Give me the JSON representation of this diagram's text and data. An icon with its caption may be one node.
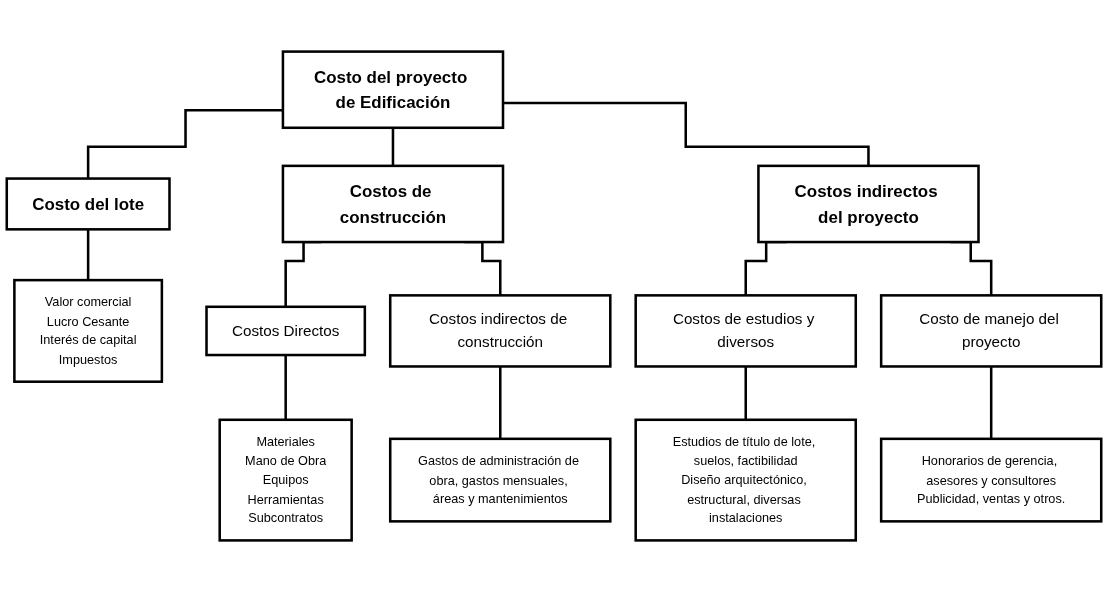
{
  "diagram": {
    "nodes": [
      {
        "text": [
          "Costo del proyecto de Edificación"
        ]
      },
      {
        "text": [
          "Costo del lote"
        ]
      },
      {
        "text": [
          "Costos de construcción"
        ]
      },
      {
        "text": [
          "Costos indirectos del proyecto"
        ]
      },
      {
        "text": [
          "Valor comercial",
          "Lucro Cesante",
          "Interés de capital",
          "Impuestos"
        ]
      },
      {
        "text": [
          "Costos Directos"
        ]
      },
      {
        "text": [
          "Costos indirectos de construcción"
        ]
      },
      {
        "text": [
          "Costos de estudios y diversos"
        ]
      },
      {
        "text": [
          "Costo de manejo del proyecto"
        ]
      },
      {
        "text": [
          "Materiales",
          "Mano de Obra",
          "Equipos",
          "Herramientas",
          "Subcontratos"
        ]
      },
      {
        "text": [
          "Gastos de administración de obra, gastos mensuales, áreas y mantenimientos"
        ]
      },
      {
        "text": [
          "Estudios de título de lote, suelos, factibilidad",
          "Diseño arquitectónico, estructural, diversas instalaciones"
        ]
      },
      {
        "text": [
          "Honorarios de gerencia, asesores y consultores",
          "Publicidad, ventas y otros."
        ]
      }
    ],
    "edges": [
      {
        "from": 0,
        "to": 1,
        "arrow": "none"
      },
      {
        "from": 0,
        "to": 2,
        "arrow": "none"
      },
      {
        "from": 0,
        "to": 3,
        "arrow": "none"
      },
      {
        "from": 1,
        "to": 4,
        "arrow": "none"
      },
      {
        "from": 2,
        "to": 5,
        "arrow": "none"
      },
      {
        "from": 2,
        "to": 6,
        "arrow": "none"
      },
      {
        "from": 3,
        "to": 7,
        "arrow": "none"
      },
      {
        "from": 3,
        "to": 8,
        "arrow": "none"
      },
      {
        "from": 5,
        "to": 9,
        "arrow": "none"
      },
      {
        "from": 6,
        "to": 10,
        "arrow": "none"
      },
      {
        "from": 7,
        "to": 11,
        "arrow": "none"
      },
      {
        "from": 8,
        "to": 12,
        "arrow": "none"
      }
    ]
  }
}
